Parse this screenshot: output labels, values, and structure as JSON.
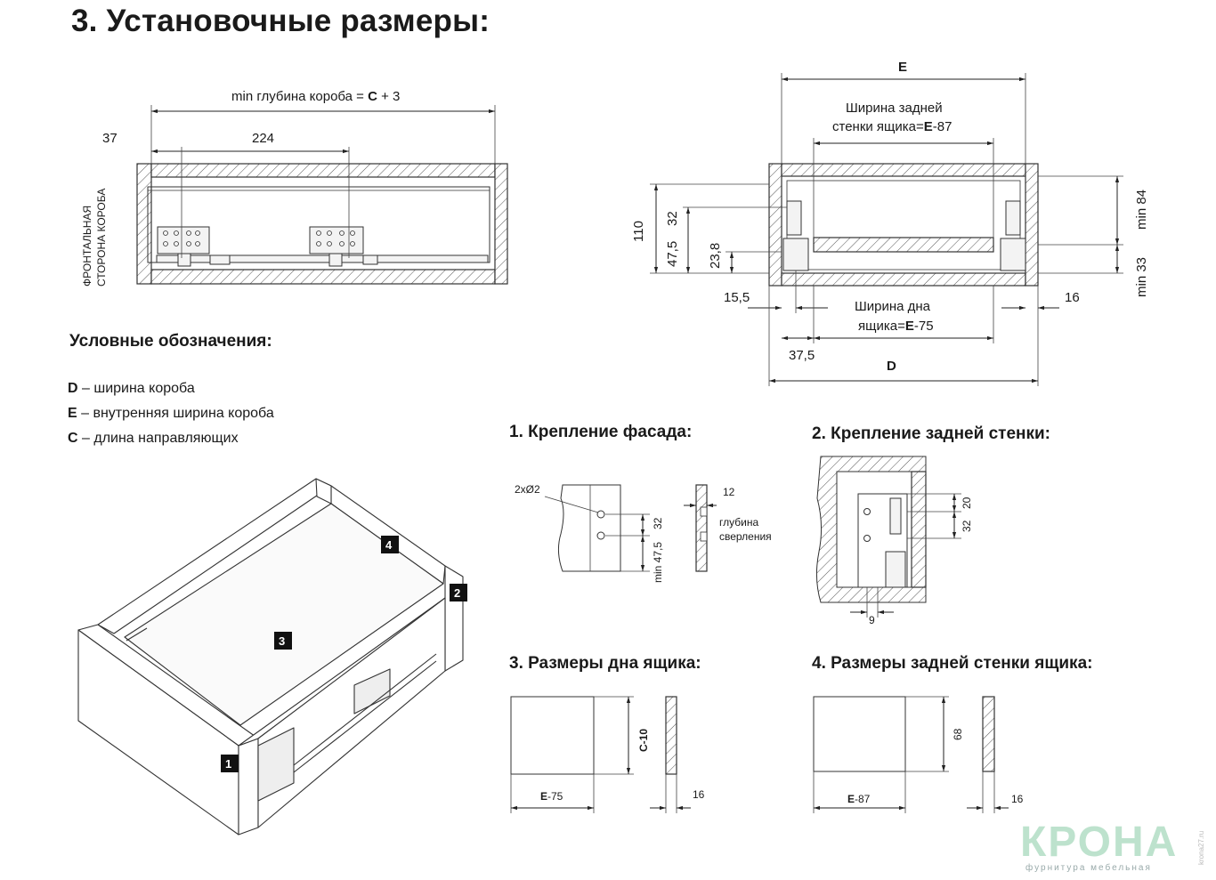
{
  "title": "3. Установочные размеры:",
  "side_view": {
    "top_dim": "min глубина короба = ",
    "top_dim_bold": "C",
    "top_dim_tail": " + 3",
    "dim_37": "37",
    "dim_224": "224",
    "front_label_1": "ФРОНТАЛЬНАЯ",
    "front_label_2": "СТОРОНА КОРОБА"
  },
  "front_view": {
    "E": "E",
    "back_wall_1": "Ширина задней",
    "back_wall_2a": "стенки ящика=",
    "back_wall_2b": "E",
    "back_wall_2c": "-87",
    "bottom_1": "Ширина дна",
    "bottom_2a": "ящика=",
    "bottom_2b": "E",
    "bottom_2c": "-75",
    "d_110": "110",
    "d_32": "32",
    "d_47_5": "47,5",
    "d_23_8": "23,8",
    "d_15_5": "15,5",
    "d_37_5": "37,5",
    "d_16": "16",
    "D": "D",
    "min84": "min 84",
    "min33": "min 33"
  },
  "legend": {
    "heading": "Условные обозначения:",
    "items": [
      {
        "key": "D",
        "text": " – ширина короба"
      },
      {
        "key": "E",
        "text": " – внутренняя ширина короба"
      },
      {
        "key": "C",
        "text": " – длина направляющих"
      }
    ]
  },
  "sections": {
    "s1": "1. Крепление фасада:",
    "s2": "2. Крепление задней стенки:",
    "s3": "3. Размеры дна ящика:",
    "s4": "4. Размеры задней стенки ящика:"
  },
  "facade": {
    "holes": "2xØ2",
    "d32": "32",
    "d47": "min 47,5",
    "d12": "12",
    "depth_1": "глубина",
    "depth_2": "сверления"
  },
  "back_mount": {
    "d20": "20",
    "d32": "32",
    "d9": "9"
  },
  "bottom_size": {
    "c": "C-10",
    "w_bold": "E",
    "w_tail": "-75",
    "t": "16"
  },
  "back_size": {
    "h": "68",
    "w_bold": "E",
    "w_tail": "-87",
    "t": "16"
  },
  "iso_tags": [
    "1",
    "2",
    "3",
    "4"
  ],
  "logo": {
    "name": "КРОНА",
    "sub": "фурнитура мебельная",
    "side": "krona27.ru"
  }
}
